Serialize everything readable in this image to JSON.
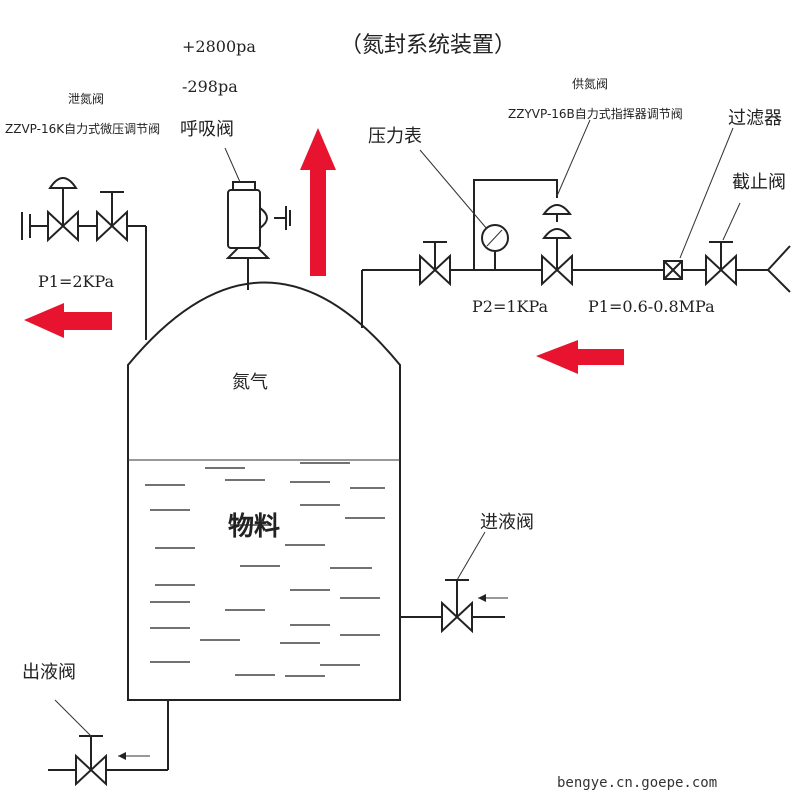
{
  "title": "（氮封系统装置）",
  "labels": {
    "vent_valve_name": "泄氮阀",
    "vent_valve_model": "ZZVP-16K自力式微压调节阀",
    "breather_pos": "+2800pa",
    "breather_neg": "-298pa",
    "breather_name": "呼吸阀",
    "pressure_gauge": "压力表",
    "supply_valve_name": "供氮阀",
    "supply_valve_model": "ZZYVP-16B自力式指挥器调节阀",
    "filter": "过滤器",
    "stop_valve": "截止阀",
    "p1_left": "P1=2KPa",
    "p2": "P2=1KPa",
    "p1_right": "P1=0.6-0.8MPa",
    "nitrogen": "氮气",
    "material": "物料",
    "inlet_valve": "进液阀",
    "outlet_valve": "出液阀",
    "watermark": "bengye.cn.goepe.com"
  },
  "colors": {
    "arrow": "#e8132e",
    "line": "#222222"
  }
}
